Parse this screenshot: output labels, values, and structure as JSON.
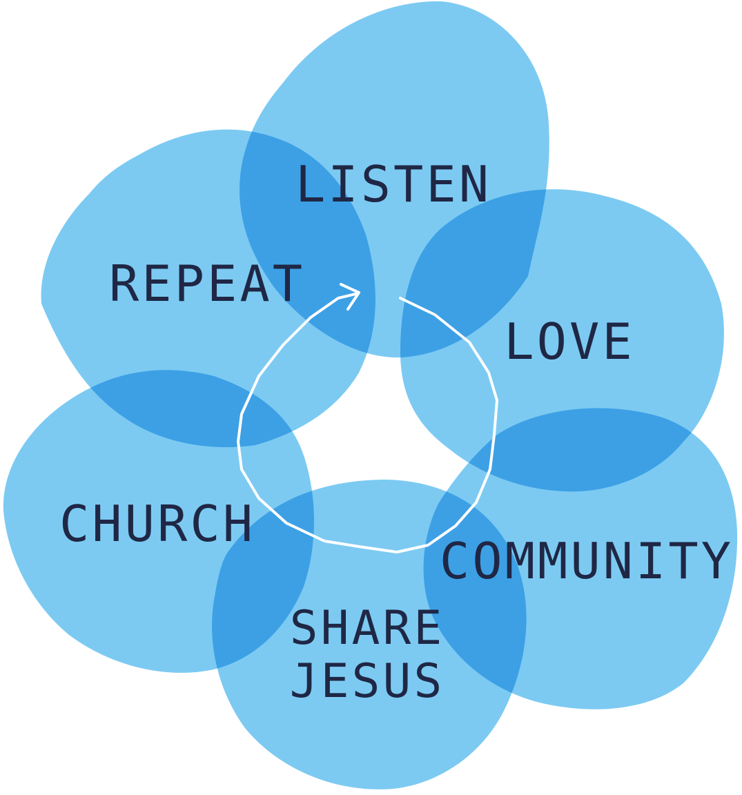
{
  "diagram": {
    "petal_color": "#7ccaf2",
    "overlap_color": "#00b0ea",
    "text_color": "#1f2745",
    "cycle_arrow_color": "#ffffff",
    "petals": [
      {
        "id": "listen",
        "label": "LISTEN"
      },
      {
        "id": "love",
        "label": "LOVE"
      },
      {
        "id": "community",
        "label": "COMMUNITY"
      },
      {
        "id": "share-jesus",
        "label_line1": "SHARE",
        "label_line2": "JESUS"
      },
      {
        "id": "church",
        "label": "CHURCH"
      },
      {
        "id": "repeat",
        "label": "REPEAT"
      }
    ]
  }
}
